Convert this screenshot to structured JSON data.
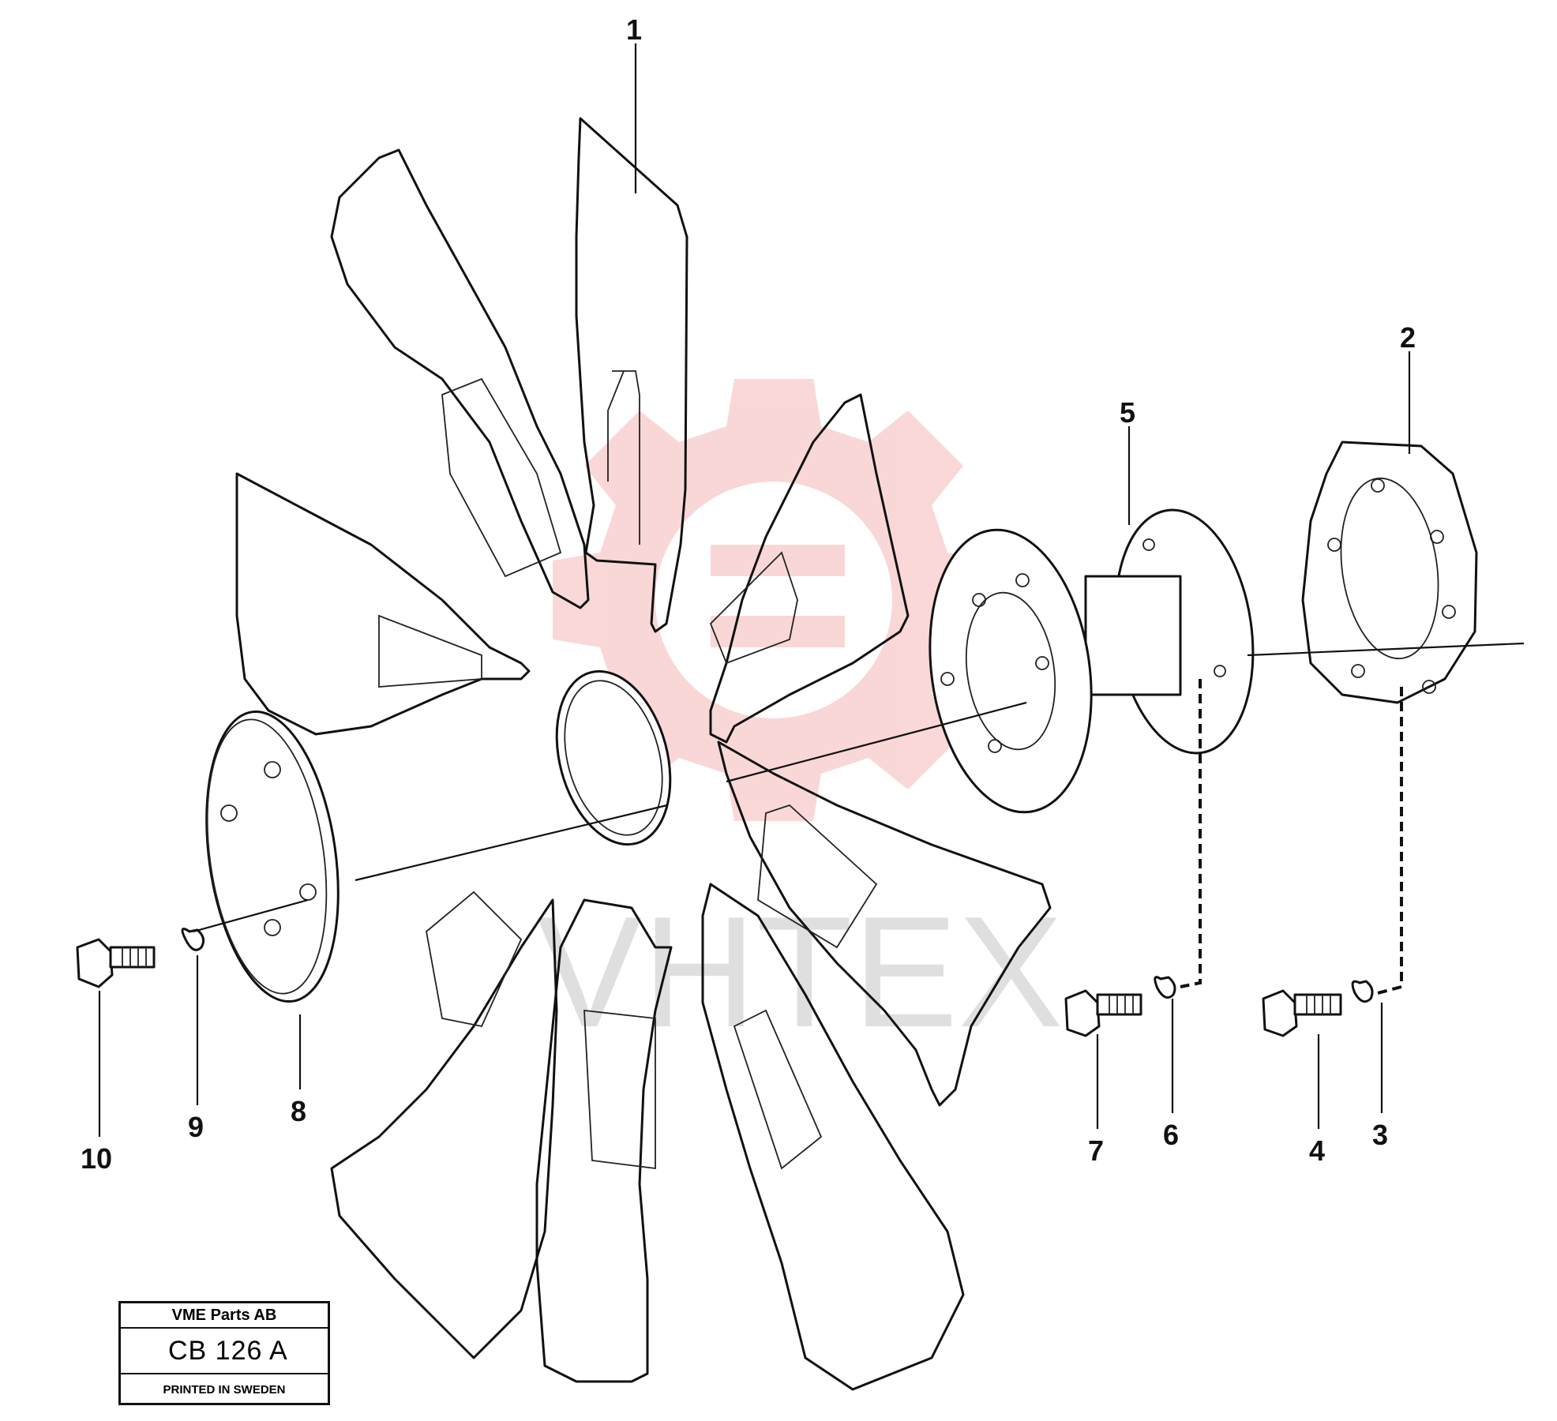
{
  "diagram": {
    "callouts": {
      "c1": "1",
      "c2": "2",
      "c3": "3",
      "c4": "4",
      "c5": "5",
      "c6": "6",
      "c7": "7",
      "c8": "8",
      "c9": "9",
      "c10": "10"
    },
    "watermark_text": "VHTEX",
    "watermark_color": "#f3a8a8"
  },
  "title_block": {
    "company": "VME Parts AB",
    "drawing_number": "CB 126  A",
    "printed": "PRINTED IN SWEDEN"
  }
}
